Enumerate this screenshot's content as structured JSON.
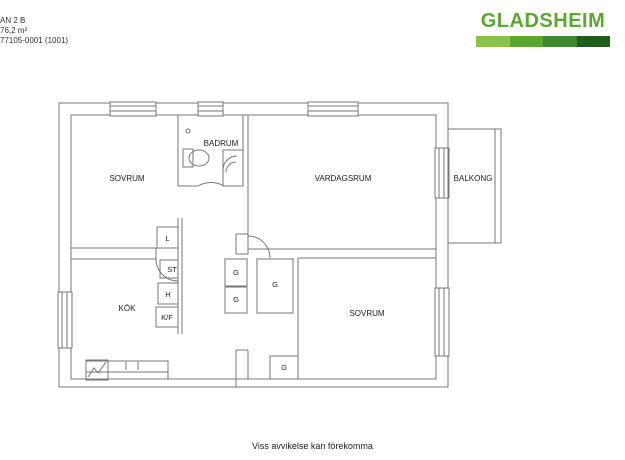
{
  "header": {
    "line1": "AN 2 B",
    "line2": "76,2 m²",
    "line3": "77105-0001 (1001)"
  },
  "brand": {
    "name": "GLADSHEIM",
    "name_color": "#5aa832",
    "bar_colors": [
      "#8bc34a",
      "#5aa832",
      "#3c8a2e",
      "#1e5d1a"
    ]
  },
  "rooms": {
    "sovrum_1": "SOVRUM",
    "badrum": "BADRUM",
    "vardagsrum": "VARDAGSRUM",
    "balkong": "BALKONG",
    "kok": "KÖK",
    "sovrum_2": "SOVRUM"
  },
  "fixtures": {
    "linen": "L",
    "storage": "ST",
    "h": "H",
    "fridge_freezer": "K/F",
    "wardrobe_1": "G",
    "wardrobe_2": "G",
    "wardrobe_3": "G",
    "wardrobe_4": "G"
  },
  "disclaimer": "Viss avvikelse kan förekomma"
}
